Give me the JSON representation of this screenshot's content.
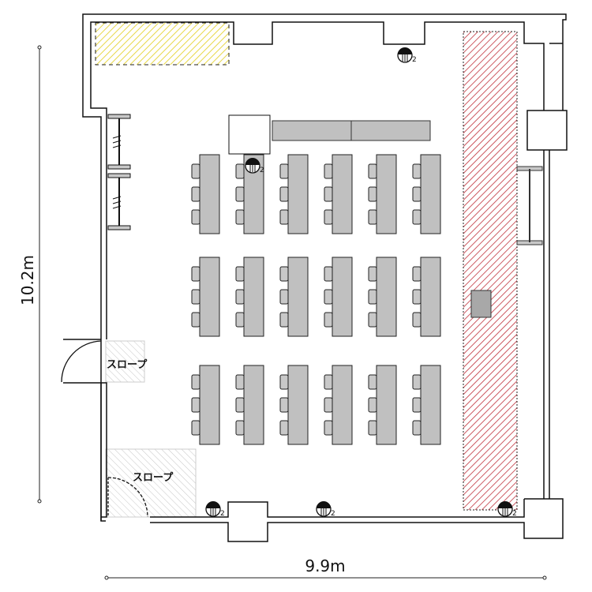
{
  "dimensions": {
    "height_label": "10.2m",
    "width_label": "9.9m"
  },
  "areas": {
    "slope_label_1": "スロープ",
    "slope_label_2": "スロープ"
  },
  "outlets": {
    "count_label": "2"
  },
  "seating": {
    "columns": 6,
    "rows": 3,
    "chairs_per_table": 3
  },
  "colors": {
    "yellow_zone": "#e8d84a",
    "red_zone": "#c0303a",
    "table": "#c0c0c0",
    "slope": "#c8c8c8"
  }
}
